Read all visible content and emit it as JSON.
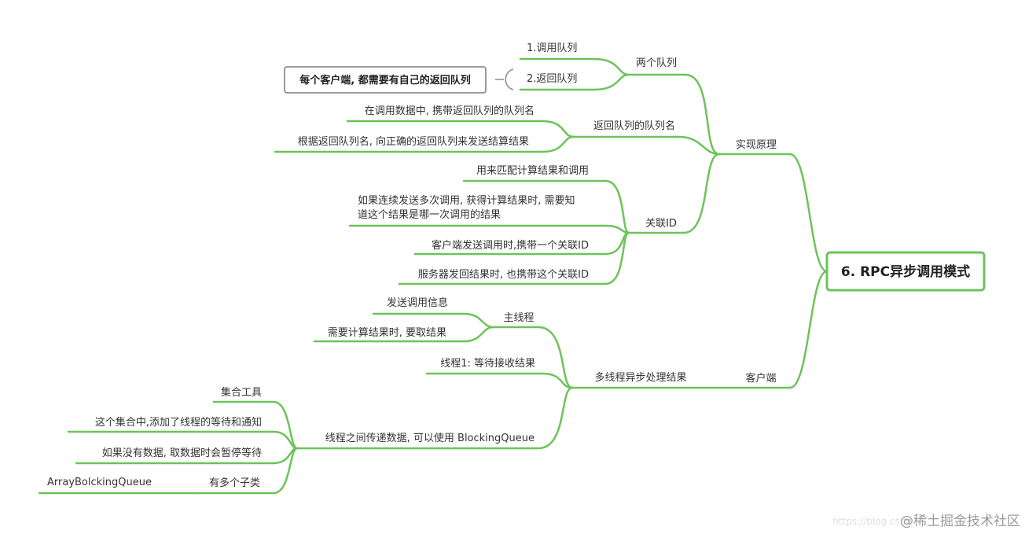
{
  "root": {
    "label": "6. RPC异步调用模式"
  },
  "branches": {
    "principle": {
      "label": "实现原理",
      "two_queues": {
        "label": "两个队列",
        "call_queue": "1.调用队列",
        "return_queue": "2.返回队列"
      },
      "callout": "每个客户端, 都需要有自己的返回队列",
      "return_queue_name": {
        "label": "返回队列的队列名",
        "carry": "在调用数据中, 携带返回队列的队列名",
        "send": "根据返回队列名, 向正确的返回队列来发送结算结果"
      },
      "correlation_id": {
        "label": "关联ID",
        "match": "用来匹配计算结果和调用",
        "multi_line1": "如果连续发送多次调用, 获得计算结果时, 需要知",
        "multi_line2": "道这个结果是哪一次调用的结果",
        "client_carry": "客户端发送调用时,携带一个关联ID",
        "server_carry": "服务器发回结果时, 也携带这个关联ID"
      }
    },
    "client": {
      "label": "客户端",
      "multithread": {
        "label": "多线程异步处理结果",
        "main_thread": {
          "label": "主线程",
          "send": "发送调用信息",
          "fetch": "需要计算结果时, 要取结果"
        },
        "thread1": "线程1: 等待接收结果",
        "blocking": {
          "label": "线程之间传递数据, 可以使用 BlockingQueue",
          "collection": "集合工具",
          "wait_notify": "这个集合中,添加了线程的等待和通知",
          "no_data": "如果没有数据, 取数据时会暂停等待",
          "subclasses": {
            "label": "有多个子类",
            "example": "ArrayBolckingQueue"
          }
        }
      }
    }
  },
  "watermark": {
    "faint": "https://blog.csdn",
    "brand": "@稀土掘金技术社区"
  },
  "colors": {
    "edge": "#6cc35a",
    "callout_border": "#8a8f99",
    "text": "#333333"
  }
}
